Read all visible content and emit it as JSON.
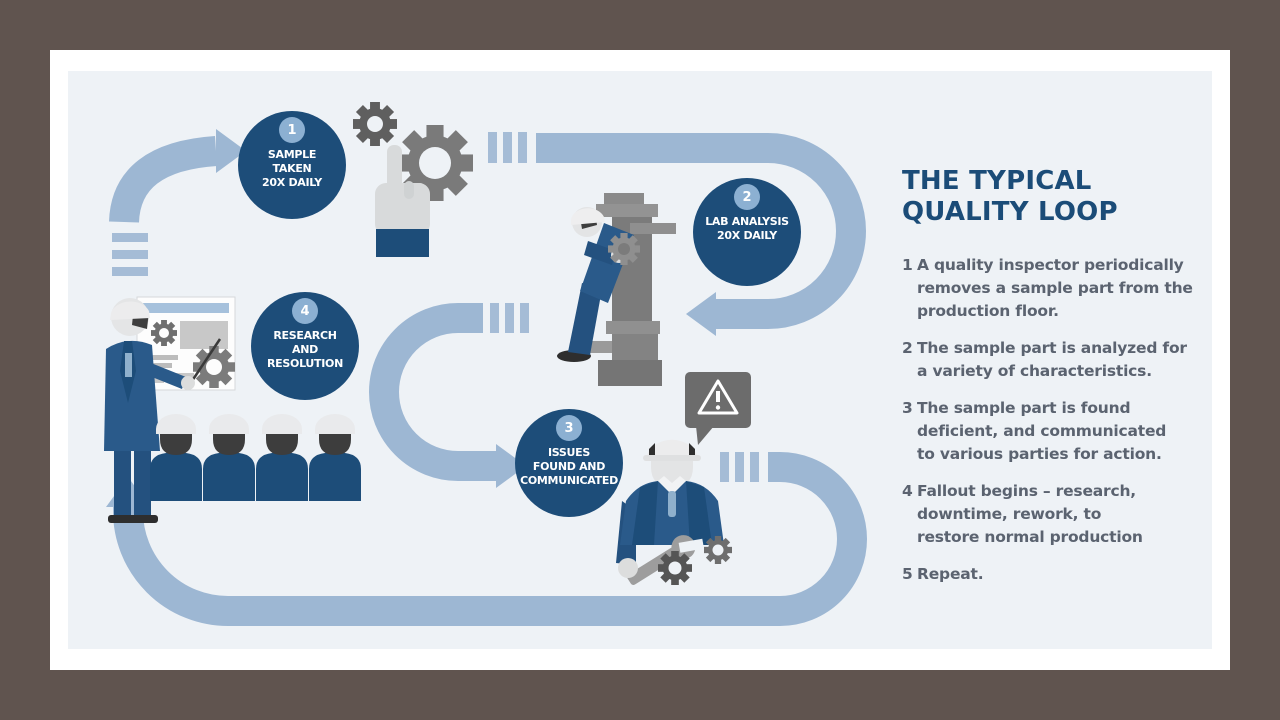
{
  "slide": {
    "colors": {
      "outer_background": "#60544f",
      "slide_background": "#ffffff",
      "panel_background": "#eef2f6",
      "loop_blue": "#9db7d3",
      "circle_navy": "#1d4d79",
      "badge_blue": "#8cb0d2",
      "title_blue": "#1b4c78",
      "body_text_gray": "#5b6370"
    }
  },
  "loop": {
    "steps": [
      {
        "number": "1",
        "label": "SAMPLE\nTAKEN\n20X DAILY"
      },
      {
        "number": "2",
        "label": "LAB ANALYSIS\n20X DAILY"
      },
      {
        "number": "3",
        "label": "ISSUES\nFOUND AND\nCOMMUNICATED"
      },
      {
        "number": "4",
        "label": "RESEARCH\nAND\nRESOLUTION"
      }
    ]
  },
  "sidebar": {
    "title": "THE TYPICAL\nQUALITY LOOP",
    "items": [
      {
        "number": "1",
        "text": "A quality inspector periodically\nremoves a sample part from the\nproduction floor."
      },
      {
        "number": "2",
        "text": "The sample part is analyzed for\na variety of characteristics."
      },
      {
        "number": "3",
        "text": "The sample part is found\ndeficient, and communicated\nto various parties for action."
      },
      {
        "number": "4",
        "text": "Fallout begins – research,\ndowntime, rework, to\nrestore normal production"
      },
      {
        "number": "5",
        "text": "Repeat."
      }
    ]
  },
  "icons": [
    "pointing-hand-gears",
    "machine-operator-worker",
    "warning-speech-bubble",
    "maintenance-worker-wrench",
    "presenter-whiteboard",
    "audience-hard-hats",
    "loop-arrows",
    "gears",
    "wrench"
  ]
}
